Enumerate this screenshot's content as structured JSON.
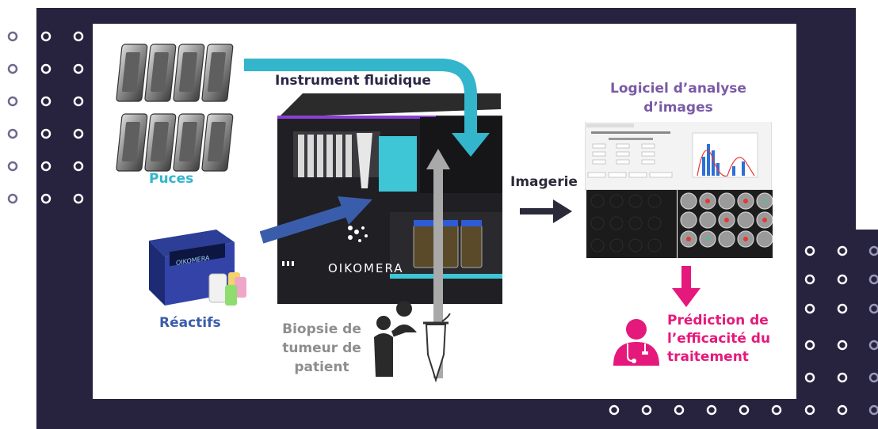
{
  "labels": {
    "chips": "Puces",
    "instrument": "Instrument fluidique",
    "reagents": "Réactifs",
    "imaging": "Imagerie",
    "software_line1": "Logiciel d’analyse",
    "software_line2": "d’images",
    "biopsy_line1": "Biopsie de",
    "biopsy_line2": "tumeur de",
    "biopsy_line3": "patient",
    "prediction_line1": "Prédiction de",
    "prediction_line2": "l’efficacité du",
    "prediction_line3": "traitement"
  },
  "brand": {
    "name": "OIKOMERA",
    "box_name": "OIKOMERA"
  },
  "colors": {
    "background_navy": "#27233f",
    "chips_cyan": "#33b5cc",
    "instrument_navy": "#2b2746",
    "reagents_blue": "#3a5dab",
    "software_purple": "#7a5aa6",
    "biopsy_grey": "#8e8e8e",
    "prediction_magenta": "#e5197b",
    "imaging_dark": "#2b2a3a"
  },
  "icons": [
    "doctor-icon",
    "patient-icon",
    "sample-tube-icon",
    "arrow-icon",
    "dots-pattern"
  ]
}
